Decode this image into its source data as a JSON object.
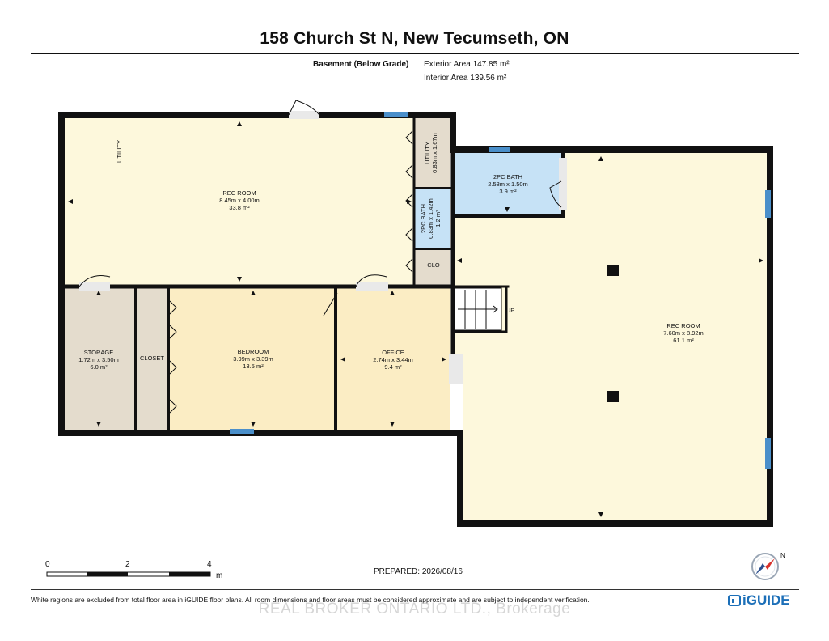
{
  "header": {
    "title": "158 Church St N, New Tecumseth, ON",
    "floor_name": "Basement (Below Grade)",
    "exterior_area": "Exterior Area 147.85 m²",
    "interior_area": "Interior Area 139.56 m²"
  },
  "rooms": {
    "utility_vertical": "UTILITY",
    "rec_room_1": {
      "name": "REC ROOM",
      "dims": "8.45m x 4.00m",
      "area": "33.8 m²"
    },
    "utility_small": {
      "name": "UTILITY",
      "dims": "0.83m x 1.67m"
    },
    "bath_small": {
      "name": "2PC BATH",
      "dims": "0.83m x 1.42m",
      "area": "1.2 m²"
    },
    "clo": "CLO",
    "bath_2pc": {
      "name": "2PC BATH",
      "dims": "2.58m x 1.50m",
      "area": "3.9 m²"
    },
    "rec_room_2": {
      "name": "REC ROOM",
      "dims": "7.60m x 8.92m",
      "area": "61.1 m²"
    },
    "stairs_label": "UP",
    "storage": {
      "name": "STORAGE",
      "dims": "1.72m x 3.50m",
      "area": "6.0 m²"
    },
    "closet": "CLOSET",
    "bedroom": {
      "name": "BEDROOM",
      "dims": "3.99m x 3.39m",
      "area": "13.5 m²"
    },
    "office": {
      "name": "OFFICE",
      "dims": "2.74m x 3.44m",
      "area": "9.4 m²"
    }
  },
  "colors": {
    "wall": "#111111",
    "rec_room_1": "#fdf8dc",
    "rec_room_2": "#fdf8dc",
    "bedroom": "#fbedc4",
    "office": "#fbedc4",
    "bath": "#c6e2f6",
    "utility": "#e4dccd",
    "storage": "#e4dccd",
    "window": "#4a8fca",
    "brand": "#1c6fb8"
  },
  "scale": {
    "ticks": [
      "0",
      "2",
      "4"
    ],
    "unit": "m"
  },
  "footer": {
    "prepared": "PREPARED: 2026/08/16",
    "disclaimer": "White regions are excluded from total floor area in iGUIDE floor plans. All room dimensions and floor areas must be considered approximate and are subject to independent verification.",
    "watermark": "REAL BROKER ONTARIO LTD., Brokerage",
    "brand": "iGUIDE",
    "compass_north": "N"
  }
}
